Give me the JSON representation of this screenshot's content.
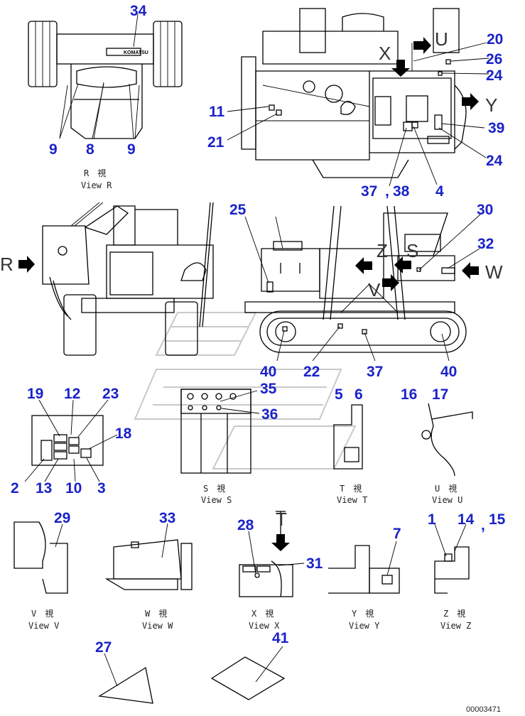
{
  "diagram": {
    "part_number_labels": [
      "1",
      "2",
      "3",
      "4",
      "5",
      "6",
      "7",
      "8",
      "9",
      "9",
      "10",
      "11",
      "12",
      "13",
      "14",
      "15",
      "16",
      "17",
      "18",
      "19",
      "20",
      "21",
      "22",
      "23",
      "24",
      "24",
      "25",
      "26",
      "27",
      "28",
      "29",
      "30",
      "31",
      "32",
      "33",
      "34",
      "35",
      "36",
      "37",
      "38",
      "39",
      "40",
      "40",
      "41"
    ],
    "view_labels": [
      "R",
      "X",
      "U",
      "Y",
      "Z",
      "V",
      "S",
      "W",
      "T"
    ],
    "view_captions": [
      {
        "kanji": "R　視",
        "roman": "View R"
      },
      {
        "kanji": "S　視",
        "roman": "View S"
      },
      {
        "kanji": "T　視",
        "roman": "View T"
      },
      {
        "kanji": "U　視",
        "roman": "View U"
      },
      {
        "kanji": "V　視",
        "roman": "View V"
      },
      {
        "kanji": "W　視",
        "roman": "View W"
      },
      {
        "kanji": "X　視",
        "roman": "View X"
      },
      {
        "kanji": "Y　視",
        "roman": "View Y"
      },
      {
        "kanji": "Z　視",
        "roman": "View Z"
      }
    ],
    "separators": [
      ",",
      ","
    ],
    "logo_text": "KOMATSU",
    "drawing_code": "00003471",
    "colors": {
      "callout": "#1a22c8",
      "line": "#000000",
      "watermark": "#c9c9c9"
    }
  }
}
